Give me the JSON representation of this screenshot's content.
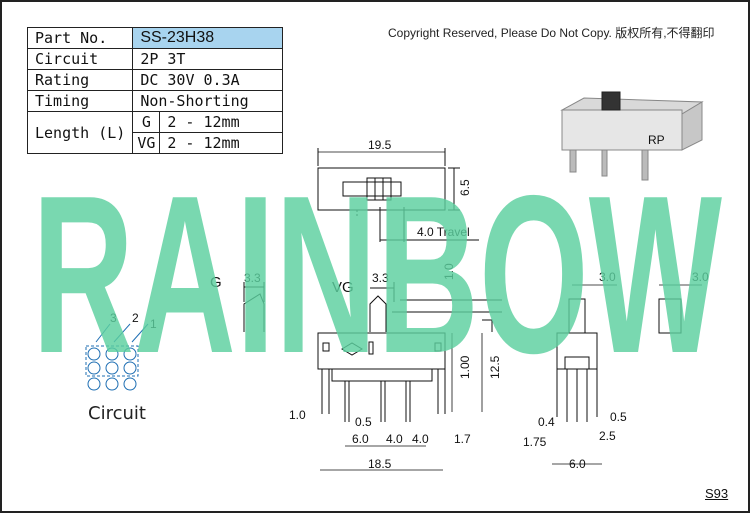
{
  "copyright": "Copyright Reserved, Please Do Not Copy. 版权所有,不得翻印",
  "spec": {
    "part_no_label": "Part No.",
    "part_no_value": "SS-23H38",
    "circuit_label": "Circuit",
    "circuit_value": "2P 3T",
    "rating_label": "Rating",
    "rating_value": "DC 30V 0.3A",
    "timing_label": "Timing",
    "timing_value": "Non-Shorting",
    "length_label": "Length (L)",
    "length_rows": [
      {
        "type": "G",
        "value": "2 - 12mm"
      },
      {
        "type": "VG",
        "value": "2 - 12mm"
      }
    ]
  },
  "watermark": "RAINBOW",
  "photo_brand": "RP",
  "circuit_label": "Circuit",
  "circuit_pins": [
    "3",
    "2",
    "1"
  ],
  "actuator_types": [
    "G",
    "VG"
  ],
  "dims": {
    "top_width": "19.5",
    "top_height": "6.5",
    "travel": "4.0 Travel",
    "g_width": "3.3",
    "vg_width": "3.3",
    "l_height": "1.0",
    "body_h1": "1.00",
    "body_h2": "12.5",
    "pin_w_left": "1.0",
    "pin_w": "0.5",
    "pitch1": "6.0",
    "pitch2": "4.0",
    "pitch3": "4.0",
    "edge": "1.7",
    "overall": "18.5",
    "side_top": "3.0",
    "side_top2": "3.0",
    "side_pin_l": "0.4",
    "side_pin_r": "0.5",
    "side_175": "1.75",
    "side_25": "2.5",
    "side_60": "6.0"
  },
  "page_id": "S93",
  "colors": {
    "watermark": "#5ccf9f",
    "part_no_bg": "#a8d4ef"
  }
}
